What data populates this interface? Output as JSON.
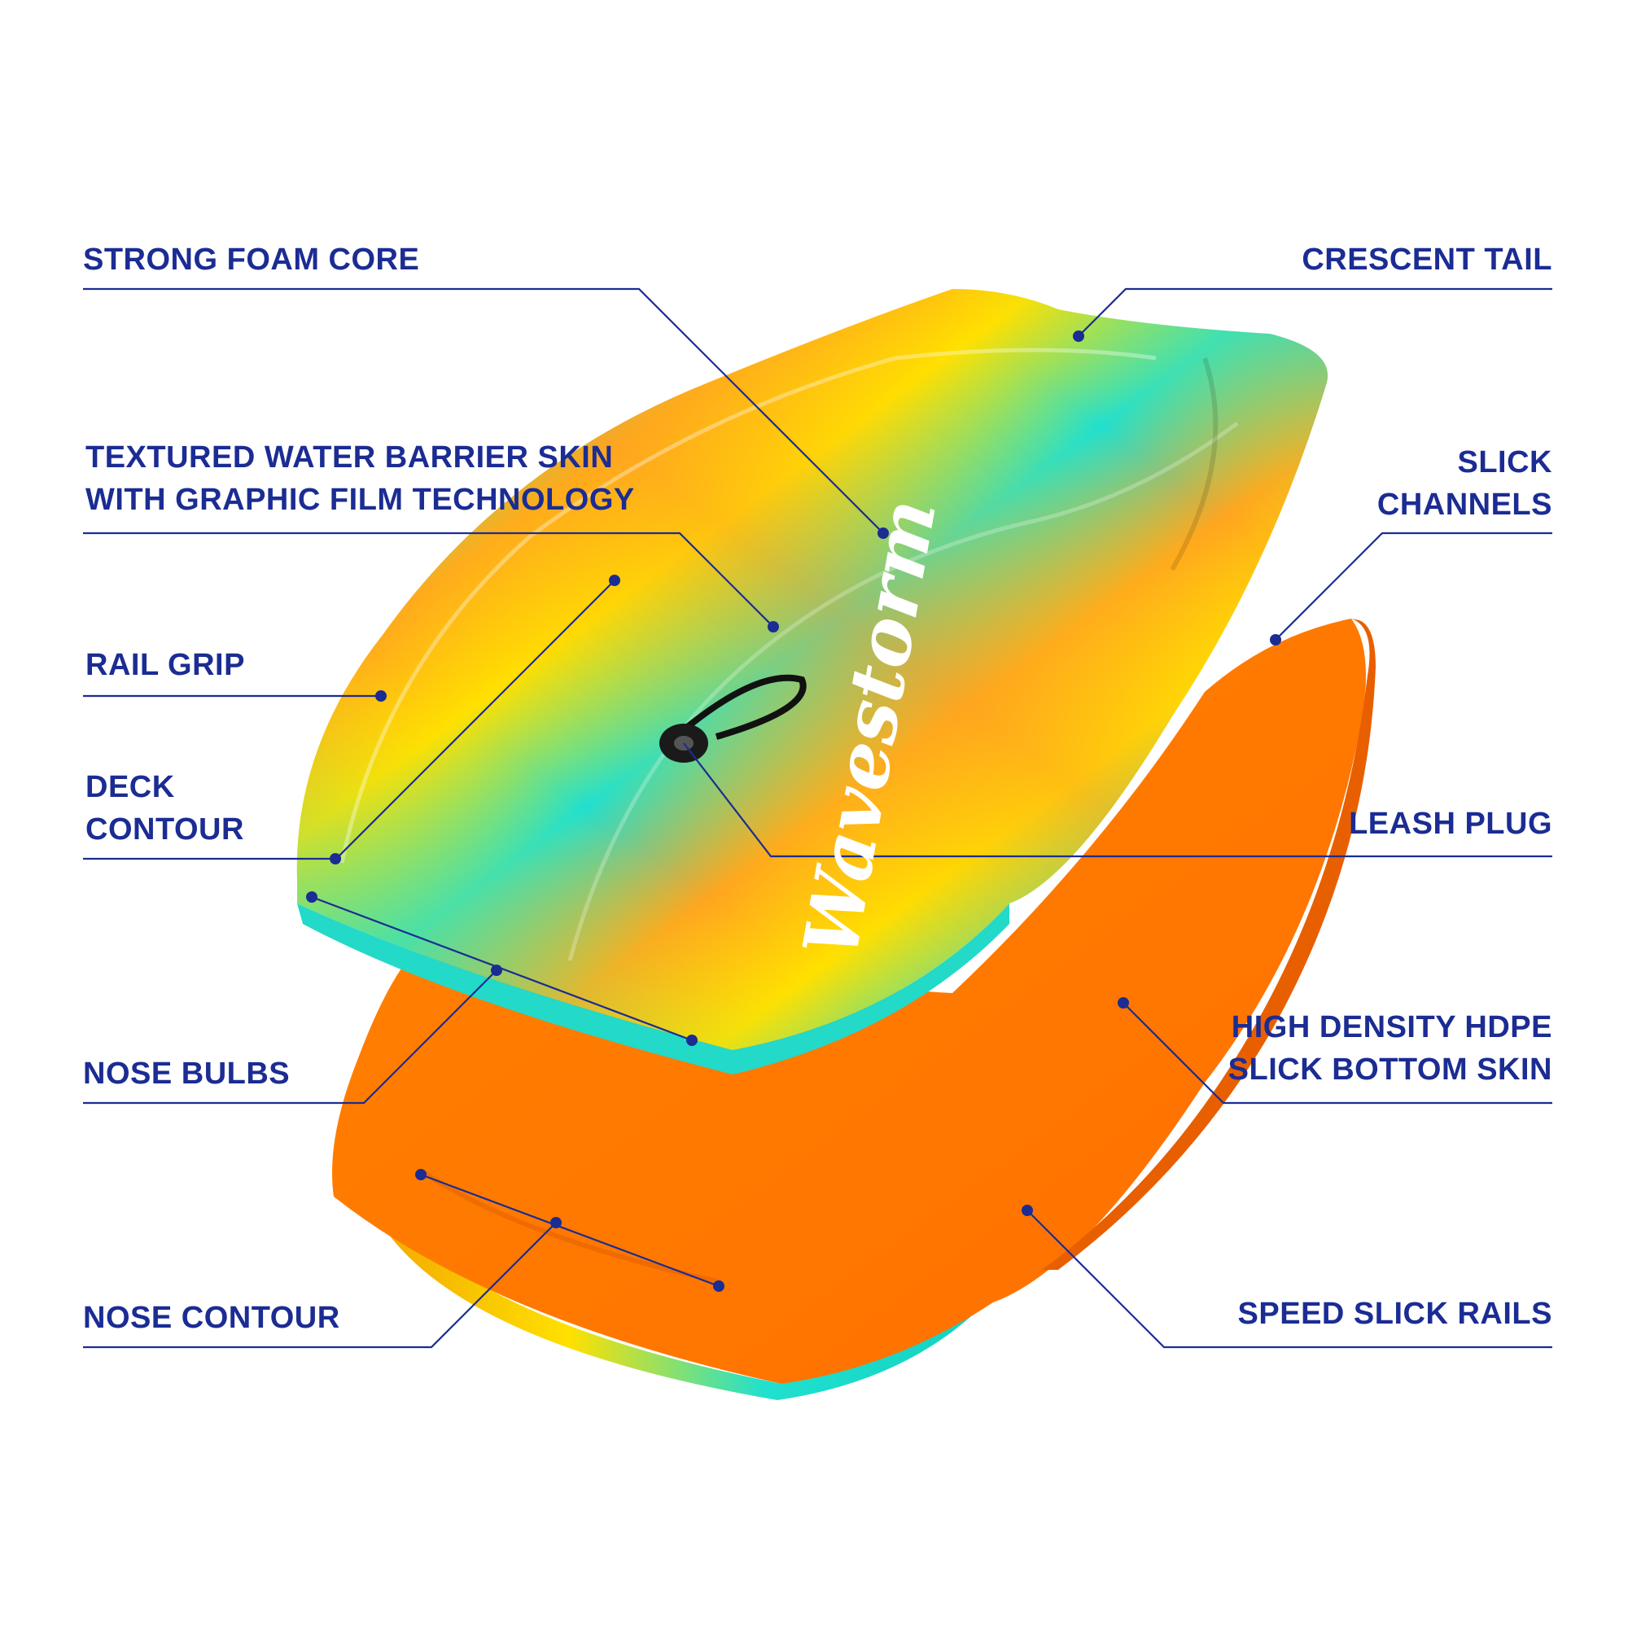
{
  "colors": {
    "label_blue": "#1b2c93",
    "deck_teal": "#20e0cf",
    "deck_orange": "#ffa51f",
    "deck_yellow": "#ffe000",
    "bottom_orange": "#ff7400",
    "leash_black": "#111111"
  },
  "logo_text": "Wavestorm",
  "callouts": {
    "strong_foam_core": "STRONG FOAM CORE",
    "textured_skin_line1": "TEXTURED WATER BARRIER SKIN",
    "textured_skin_line2": "WITH GRAPHIC FILM TECHNOLOGY",
    "rail_grip": "RAIL GRIP",
    "deck_contour_line1": "DECK",
    "deck_contour_line2": "CONTOUR",
    "nose_bulbs": "NOSE BULBS",
    "nose_contour": "NOSE CONTOUR",
    "crescent_tail": "CRESCENT TAIL",
    "slick_channels_line1": "SLICK",
    "slick_channels_line2": "CHANNELS",
    "leash_plug": "LEASH PLUG",
    "hdpe_line1": "HIGH DENSITY HDPE",
    "hdpe_line2": "SLICK BOTTOM SKIN",
    "speed_slick_rails": "SPEED SLICK RAILS"
  }
}
